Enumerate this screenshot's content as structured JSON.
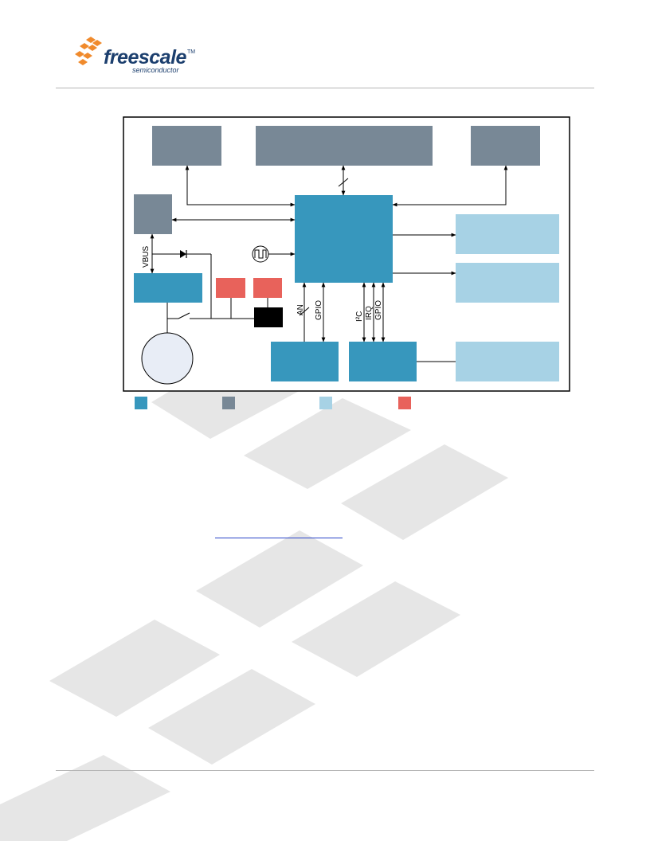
{
  "header": {
    "logo": {
      "wordmark": "freescale",
      "trademark": "TM",
      "tagline": "semiconductor"
    }
  },
  "diagram": {
    "signals": {
      "vbus": "VBUS",
      "an": "AN",
      "gpio_left": "GPIO",
      "i2c": "I²C",
      "irq": "IRQ",
      "gpio_right": "GPIO"
    }
  },
  "colors": {
    "mcu_teal": "#3797bd",
    "gray_block": "#788896",
    "light_blue": "#a7d2e5",
    "salmon": "#e8625b",
    "black": "#000000",
    "circle_fill": "#e8edf6",
    "watermark_gray": "#e6e6e6",
    "logo_orange": "#f08a2c",
    "logo_blue": "#1c3f6e"
  },
  "legend": [
    {
      "color": "#3797bd"
    },
    {
      "color": "#788896"
    },
    {
      "color": "#a7d2e5"
    },
    {
      "color": "#e8625b"
    }
  ],
  "link": {
    "text": ""
  }
}
